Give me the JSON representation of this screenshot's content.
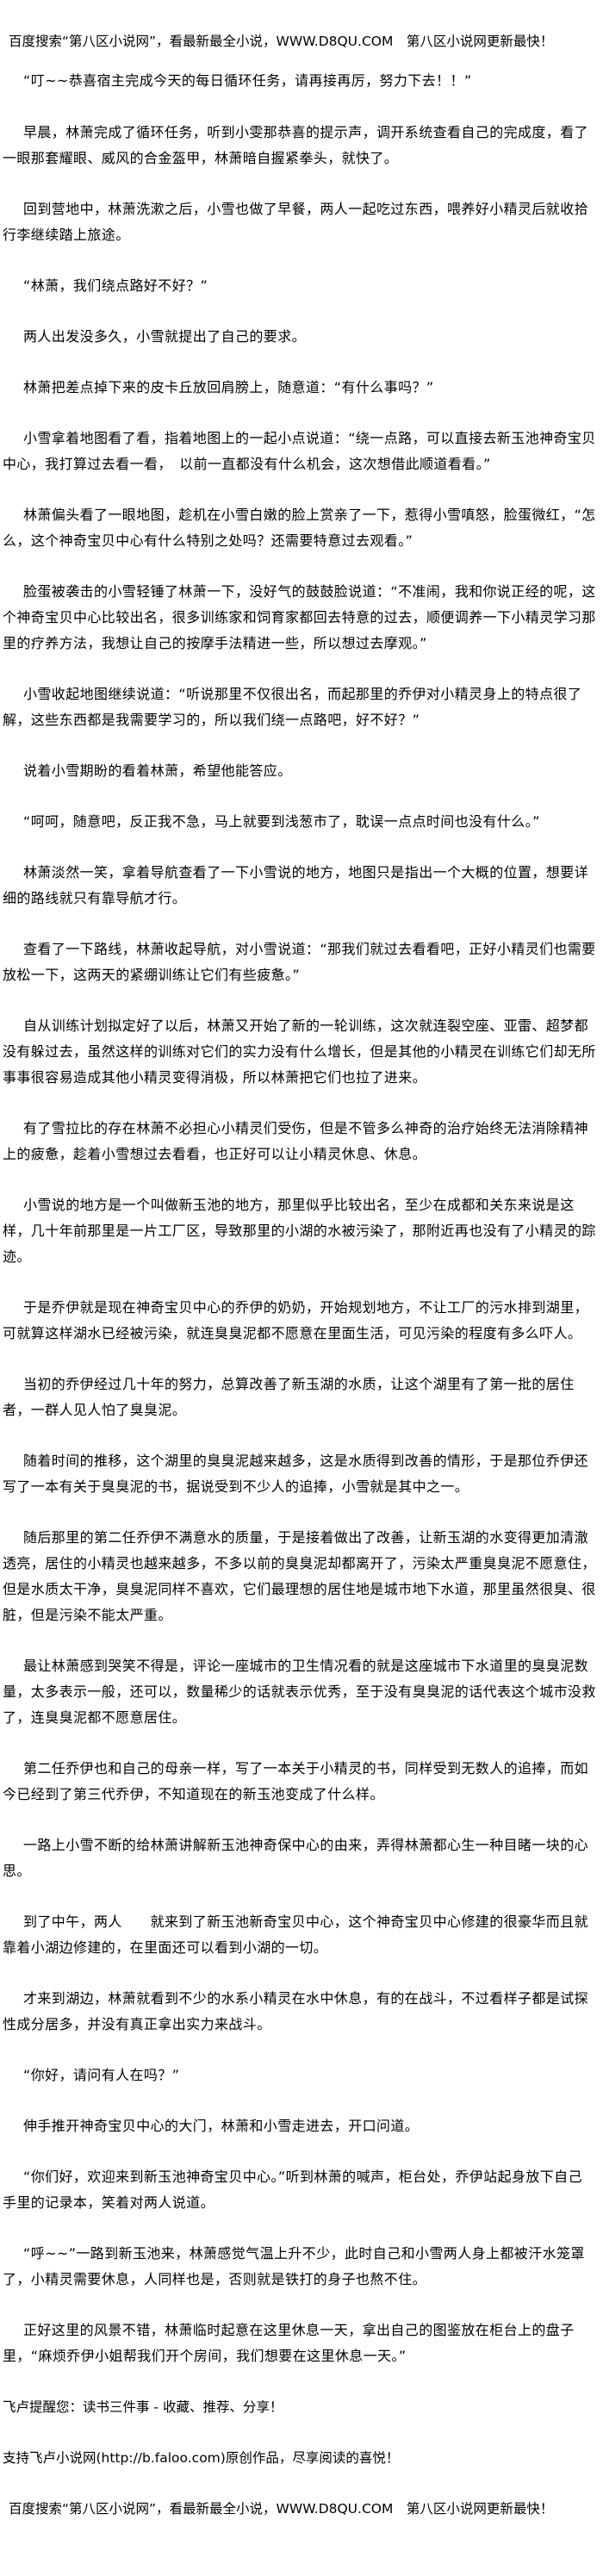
{
  "header": {
    "banner": "百度搜索“第八区小说网”，看最新最全小说，WWW.D8QU.COM　第八区小说网更新最快！"
  },
  "chapter": {
    "paragraphs": [
      "“叮~~恭喜宿主完成今天的每日循环任务，请再接再厉，努力下去！！”",
      "早晨，林萧完成了循环任务，听到小雯那恭喜的提示声，调开系统查看自己的完成度，看了一眼那套耀眼、威风的合金盔甲，林萧暗自握紧拳头，就快了。",
      "回到营地中，林萧洗漱之后，小雪也做了早餐，两人一起吃过东西，喂养好小精灵后就收拾行李继续踏上旅途。",
      "“林萧，我们绕点路好不好？”",
      "两人出发没多久，小雪就提出了自己的要求。",
      "林萧把差点掉下来的皮卡丘放回肩膀上，随意道：“有什么事吗？”",
      "小雪拿着地图看了看，指着地图上的一起小点说道：“绕一点路，可以直接去新玉池神奇宝贝中心，我打算过去看一看，　以前一直都没有什么机会，这次想借此顺道看看。”",
      "林萧偏头看了一眼地图，趁机在小雪白嫩的脸上赏亲了一下，惹得小雪嗔怒，脸蛋微红，“怎么，这个神奇宝贝中心有什么特别之处吗？还需要特意过去观看。”",
      "脸蛋被袭击的小雪轻锤了林萧一下，没好气的鼓鼓脸说道：“不准闹，我和你说正经的呢，这个神奇宝贝中心比较出名，很多训练家和饲育家都回去特意的过去，顺便调养一下小精灵学习那里的疗养方法，我想让自己的按摩手法精进一些，所以想过去摩观。”",
      "小雪收起地图继续说道：“听说那里不仅很出名，而起那里的乔伊对小精灵身上的特点很了解，这些东西都是我需要学习的，所以我们绕一点路吧，好不好？”",
      "说着小雪期盼的看着林萧，希望他能答应。",
      "“呵呵，随意吧，反正我不急，马上就要到浅葱市了，耽误一点点时间也没有什么。”",
      "林萧淡然一笑，拿着导航查看了一下小雪说的地方，地图只是指出一个大概的位置，想要详细的路线就只有靠导航才行。",
      "查看了一下路线，林萧收起导航，对小雪说道：“那我们就过去看看吧，正好小精灵们也需要放松一下，这两天的紧绷训练让它们有些疲惫。”",
      "自从训练计划拟定好了以后，林萧又开始了新的一轮训练，这次就连裂空座、亚雷、超梦都没有躲过去，虽然这样的训练对它们的实力没有什么增长，但是其他的小精灵在训练它们却无所事事很容易造成其他小精灵变得消极，所以林萧把它们也拉了进来。",
      "有了雪拉比的存在林萧不必担心小精灵们受伤，但是不管多么神奇的治疗始终无法消除精神上的疲惫，趁着小雪想过去看看，也正好可以让小精灵休息、休息。",
      "小雪说的地方是一个叫做新玉池的地方，那里似乎比较出名，至少在成都和关东来说是这样，几十年前那里是一片工厂区，导致那里的小湖的水被污染了，那附近再也没有了小精灵的踪迹。",
      "于是乔伊就是现在神奇宝贝中心的乔伊的奶奶，开始规划地方，不让工厂的污水排到湖里，可就算这样湖水已经被污染，就连臭臭泥都不愿意在里面生活，可见污染的程度有多么吓人。",
      "当初的乔伊经过几十年的努力，总算改善了新玉湖的水质，让这个湖里有了第一批的居住者，一群人见人怕了臭臭泥。",
      "随着时间的推移，这个湖里的臭臭泥越来越多，这是水质得到改善的情形，于是那位乔伊还写了一本有关于臭臭泥的书，据说受到不少人的追捧，小雪就是其中之一。",
      "随后那里的第二任乔伊不满意水的质量，于是接着做出了改善，让新玉湖的水变得更加清澈透亮，居住的小精灵也越来越多，不多以前的臭臭泥却都离开了，污染太严重臭臭泥不愿意住，但是水质太干净，臭臭泥同样不喜欢，它们最理想的居住地是城市地下水道，那里虽然很臭、很脏，但是污染不能太严重。",
      "最让林萧感到哭笑不得是，评论一座城市的卫生情况看的就是这座城市下水道里的臭臭泥数量，太多表示一般，还可以，数量稀少的话就表示优秀，至于没有臭臭泥的话代表这个城市没救了，连臭臭泥都不愿意居住。",
      "第二任乔伊也和自己的母亲一样，写了一本关于小精灵的书，同样受到无数人的追捧，而如今已经到了第三代乔伊，不知道现在的新玉池变成了什么样。",
      "一路上小雪不断的给林萧讲解新玉池神奇保中心的由来，弄得林萧都心生一种目睹一块的心思。",
      "到了中午，两人　　就来到了新玉池新奇宝贝中心，这个神奇宝贝中心修建的很豪华而且就靠着小湖边修建的，在里面还可以看到小湖的一切。",
      "才来到湖边，林萧就看到不少的水系小精灵在水中休息，有的在战斗，不过看样子都是试探性成分居多，并没有真正拿出实力来战斗。",
      "“你好，请问有人在吗？”",
      "伸手推开神奇宝贝中心的大门，林萧和小雪走进去，开口问道。",
      "“你们好，欢迎来到新玉池神奇宝贝中心。”听到林萧的喊声，柜台处，乔伊站起身放下自己手里的记录本，笑着对两人说道。",
      "“呼~~”一路到新玉池来，林萧感觉气温上升不少，此时自己和小雪两人身上都被汗水笼罩了，小精灵需要休息，人同样也是，否则就是铁打的身子也熬不住。",
      "正好这里的风景不错，林萧临时起意在这里休息一天，拿出自己的图鉴放在柜台上的盘子里，“麻烦乔伊小姐帮我们开个房间，我们想要在这里休息一天。”"
    ]
  },
  "footer": {
    "reminder": "飞卢提醒您：读书三件事 - 收藏、推荐、分享！",
    "support": "支持飞卢小说网(http://b.faloo.com)原创作品，尽享阅读的喜悦！",
    "banner": "百度搜索“第八区小说网”，看最新最全小说，WWW.D8QU.COM　第八区小说网更新最快！"
  }
}
